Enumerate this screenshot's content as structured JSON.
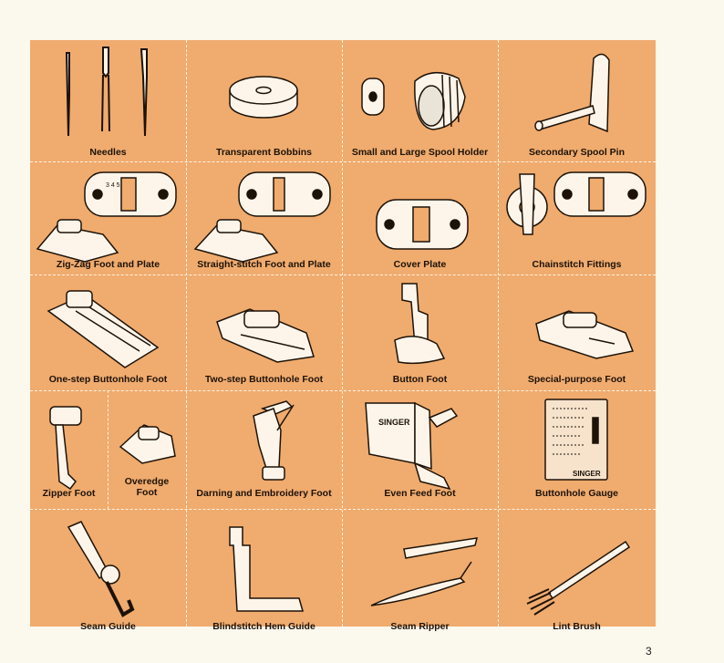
{
  "page_number": "3",
  "accessories": [
    "Needles",
    "Transparent Bobbins",
    "Small and Large Spool Holder",
    "Secondary Spool Pin",
    "Zig-Zag Foot and Plate",
    "Straight-stitch Foot and Plate",
    "Cover Plate",
    "Chainstitch Fittings",
    "One-step Buttonhole Foot",
    "Two-step Buttonhole Foot",
    "Button Foot",
    "Special-purpose Foot",
    "Zipper Foot",
    "Overedge Foot",
    "Darning and Embroidery Foot",
    "Even Feed Foot",
    "Buttonhole Gauge",
    "Seam Guide",
    "Blindstitch Hem Guide",
    "Seam Ripper",
    "Lint Brush"
  ],
  "plate_numbers": "3 4 5",
  "brand_text": "SINGER",
  "colors": {
    "panel": "#f0ab6e",
    "page": "#fbf8ee",
    "ink": "#1c1208"
  }
}
